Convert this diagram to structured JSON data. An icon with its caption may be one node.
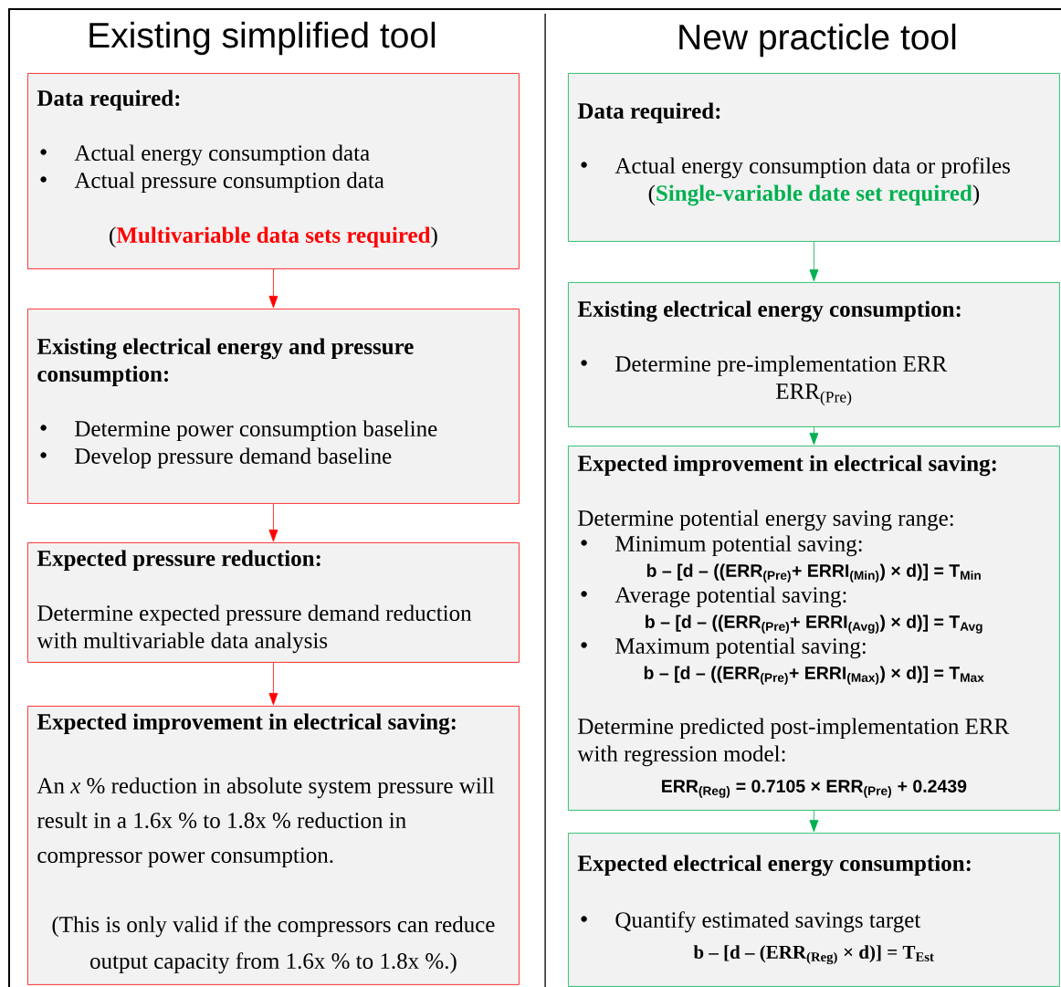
{
  "diagram": {
    "nodes": [
      {
        "text": [
          "Data required:",
          "Actual energy consumption data",
          "Actual pressure consumption data",
          "(**Multivariable data sets required**)"
        ]
      },
      {
        "text": [
          "Existing electrical energy and pressure consumption:",
          "Determine power consumption baseline",
          "Develop pressure demand baseline"
        ]
      },
      {
        "text": [
          "Expected pressure reduction:",
          "Determine expected pressure demand reduction with multivariable data analysis"
        ]
      },
      {
        "text": [
          "Expected improvement in electrical saving:",
          "An *x* % reduction in absolute system pressure will result in a 1.6x % to 1.8x % reduction in compressor power consumption.",
          "(This is only valid if the compressors can reduce output capacity from 1.6x % to 1.8x %.)"
        ]
      },
      {
        "text": [
          "Data required:",
          "Actual energy consumption data or profiles",
          "(**Single-variable date set required**)"
        ]
      },
      {
        "text": [
          "Existing electrical energy consumption:",
          "Determine pre-implementation ERR",
          "ERR$_{(Pre)}$"
        ]
      },
      {
        "text": [
          "Expected improvement in electrical saving:",
          "Determine potential energy saving range:",
          "Minimum potential saving:",
          "b – [d – ((ERR$_{(Pre)}$+ ERRI$_{(Min)}$) × d)] = T$_{Min}$",
          "Average potential saving:",
          "b – [d – ((ERR$_{(Pre)}$+ ERRI$_{(Avg)}$) × d)] = T$_{Avg}$",
          "Maximum potential saving:",
          "b – [d – ((ERR$_{(Pre)}$+ ERRI$_{(Max)}$) × d)] = T$_{Max}$",
          "Determine predicted post-implementation ERR with regression model:",
          "ERR$_{(Reg)}$ = 0.7105 × ERR$_{(Pre)}$ + 0.2439"
        ]
      },
      {
        "text": [
          "Expected electrical energy consumption:",
          "Quantify estimated savings target",
          "b – [d – (ERR$_{(Reg)}$ × d)] = T$_{Est}$"
        ]
      }
    ],
    "edges": [
      {
        "from": 0,
        "to": 1,
        "arrow": "to",
        "color": "#ff0000"
      },
      {
        "from": 1,
        "to": 2,
        "arrow": "to",
        "color": "#ff0000"
      },
      {
        "from": 2,
        "to": 3,
        "arrow": "to",
        "color": "#ff0000"
      },
      {
        "from": 4,
        "to": 5,
        "arrow": "to",
        "color": "#00b050"
      },
      {
        "from": 5,
        "to": 6,
        "arrow": "to",
        "color": "#00b050"
      },
      {
        "from": 6,
        "to": 7,
        "arrow": "to",
        "color": "#00b050"
      }
    ],
    "labels": [
      "Existing simplified tool",
      "New practicle tool"
    ]
  }
}
